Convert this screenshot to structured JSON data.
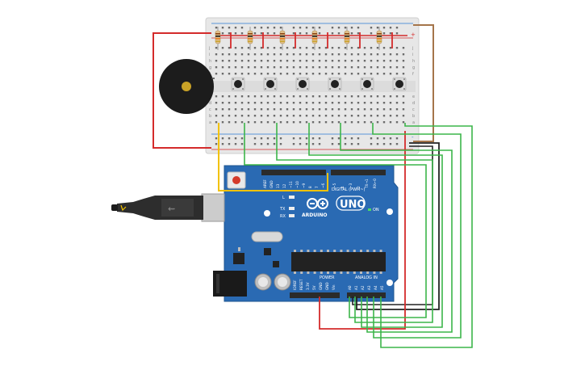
{
  "board": {
    "logo_text": "UNO",
    "brand_text": "ARDUINO",
    "digital_header": "DIGITAL (PWM~)",
    "analog_header": "ANALOG IN",
    "power_header": "POWER",
    "on_label": "ON",
    "led_l": "L",
    "led_tx": "TX",
    "led_rx": "RX",
    "digital_pins": [
      "AREF",
      "GND",
      "13",
      "12",
      "~11",
      "~10",
      "~9",
      "8",
      "7",
      "~6",
      "~5",
      "4",
      "~3",
      "2",
      "TX→1",
      "RX←0"
    ],
    "power_pins": [
      "IOREF",
      "RESET",
      "3.3V",
      "5V",
      "GND",
      "GND",
      "Vin"
    ],
    "analog_pins": [
      "A0",
      "A1",
      "A2",
      "A3",
      "A4",
      "A5"
    ]
  },
  "breadboard": {
    "row_letters_top": [
      "j",
      "i",
      "h",
      "g",
      "f"
    ],
    "row_letters_bottom": [
      "e",
      "d",
      "c",
      "b",
      "a"
    ],
    "column_count": 30,
    "rail_plus": "+",
    "rail_minus": "-"
  },
  "components": {
    "resistor_count": 6,
    "button_count": 6,
    "buzzer_count": 1
  },
  "colors": {
    "board_blue": "#2a6ab3",
    "breadboard": "#e6e6e6",
    "wire_red": "#d42b2b",
    "wire_green": "#3cb54a",
    "wire_black": "#222222",
    "wire_yellow": "#f2c200",
    "wire_brown": "#a5754a"
  }
}
